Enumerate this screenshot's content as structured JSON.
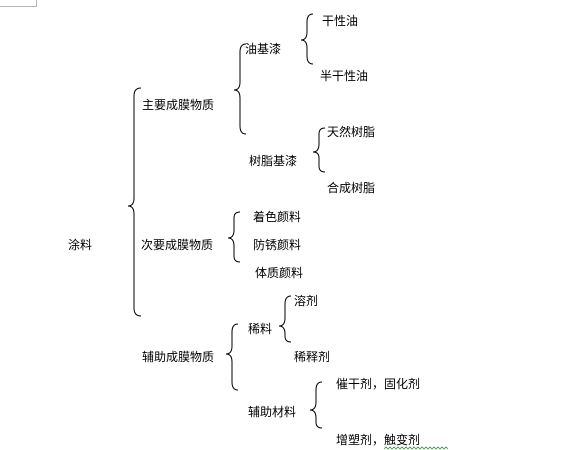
{
  "tree": {
    "root": "涂料",
    "branches": {
      "main": {
        "label": "主要成膜物质",
        "oil_paint": {
          "label": "油基漆",
          "items": [
            "干性油",
            "半干性油"
          ]
        },
        "resin_paint": {
          "label": "树脂基漆",
          "items": [
            "天然树脂",
            "合成树脂"
          ]
        }
      },
      "secondary": {
        "label": "次要成膜物质",
        "items": [
          "着色颜料",
          "防锈颜料",
          "体质颜料"
        ]
      },
      "auxiliary": {
        "label": "辅助成膜物质",
        "thinner": {
          "label": "稀料",
          "items": [
            "溶剂",
            "稀释剂"
          ]
        },
        "aux_materials": {
          "label": "辅助材料",
          "items": [
            "催干剂，固化剂",
            "增塑剂，触变剂"
          ]
        }
      }
    }
  }
}
